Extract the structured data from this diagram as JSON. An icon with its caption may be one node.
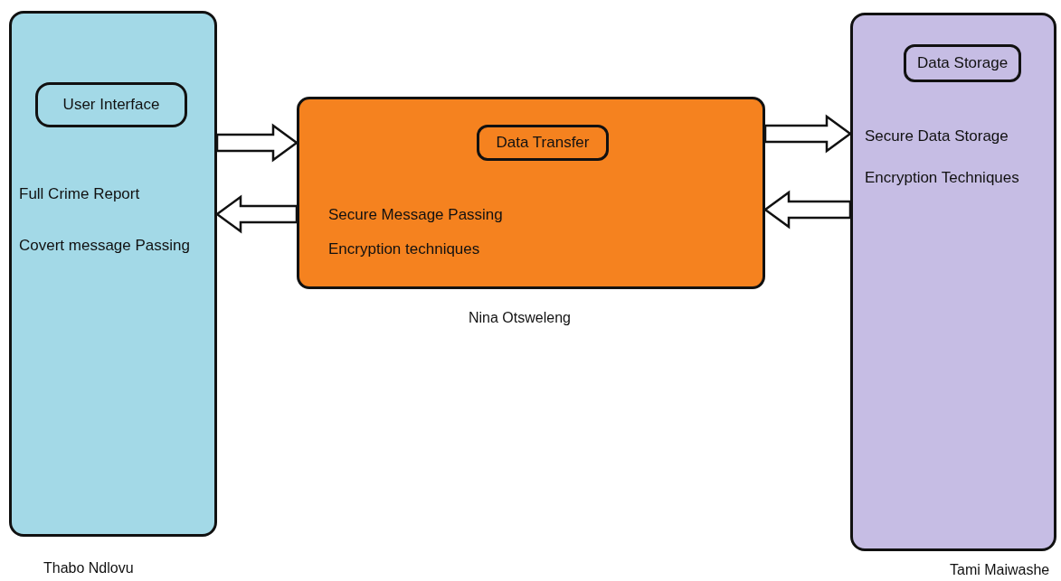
{
  "diagram": {
    "nodes": [
      {
        "text": [
          "Full Crime Report",
          "Covert message Passing"
        ],
        "beside": [
          "Thabo Ndlovu"
        ]
      },
      {
        "text": [
          "User Interface"
        ],
        "in": 0
      },
      {
        "text": [
          "Secure Message Passing",
          "Encryption techniques"
        ],
        "beside": [
          "Nina Otsweleng"
        ]
      },
      {
        "text": [
          "Data Transfer"
        ],
        "in": 2
      },
      {
        "text": [
          "Secure Data Storage",
          "Encryption Techniques"
        ],
        "beside": [
          "Tami Maiwashe"
        ]
      },
      {
        "text": [
          "Data Storage"
        ],
        "in": 4
      }
    ],
    "edges": [
      {
        "from": 0,
        "to": 2,
        "arrow": "to"
      },
      {
        "from": 2,
        "to": 0,
        "arrow": "to"
      },
      {
        "from": 2,
        "to": 4,
        "arrow": "to"
      },
      {
        "from": 4,
        "to": 2,
        "arrow": "to"
      }
    ]
  }
}
